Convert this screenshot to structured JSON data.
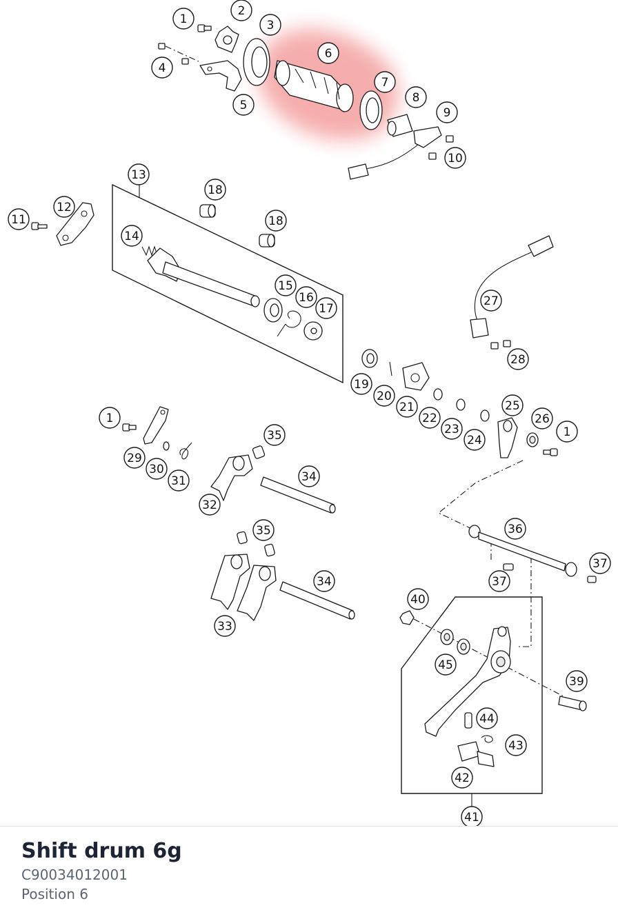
{
  "highlight_color": "#f28b8b",
  "labels": [
    {
      "num": "1"
    },
    {
      "num": "2"
    },
    {
      "num": "3"
    },
    {
      "num": "4"
    },
    {
      "num": "5"
    },
    {
      "num": "6"
    },
    {
      "num": "7"
    },
    {
      "num": "8"
    },
    {
      "num": "9"
    },
    {
      "num": "10"
    },
    {
      "num": "13"
    },
    {
      "num": "18"
    },
    {
      "num": "12"
    },
    {
      "num": "11"
    },
    {
      "num": "14"
    },
    {
      "num": "18"
    },
    {
      "num": "15"
    },
    {
      "num": "16"
    },
    {
      "num": "17"
    },
    {
      "num": "27"
    },
    {
      "num": "28"
    },
    {
      "num": "19"
    },
    {
      "num": "20"
    },
    {
      "num": "21"
    },
    {
      "num": "22"
    },
    {
      "num": "23"
    },
    {
      "num": "24"
    },
    {
      "num": "25"
    },
    {
      "num": "26"
    },
    {
      "num": "1"
    },
    {
      "num": "1"
    },
    {
      "num": "35"
    },
    {
      "num": "29"
    },
    {
      "num": "30"
    },
    {
      "num": "31"
    },
    {
      "num": "34"
    },
    {
      "num": "32"
    },
    {
      "num": "35"
    },
    {
      "num": "36"
    },
    {
      "num": "37"
    },
    {
      "num": "37"
    },
    {
      "num": "34"
    },
    {
      "num": "33"
    },
    {
      "num": "40"
    },
    {
      "num": "45"
    },
    {
      "num": "39"
    },
    {
      "num": "44"
    },
    {
      "num": "43"
    },
    {
      "num": "42"
    },
    {
      "num": "41"
    }
  ],
  "part": {
    "title": "Shift drum 6g",
    "code": "C90034012001",
    "position": "Position 6"
  }
}
